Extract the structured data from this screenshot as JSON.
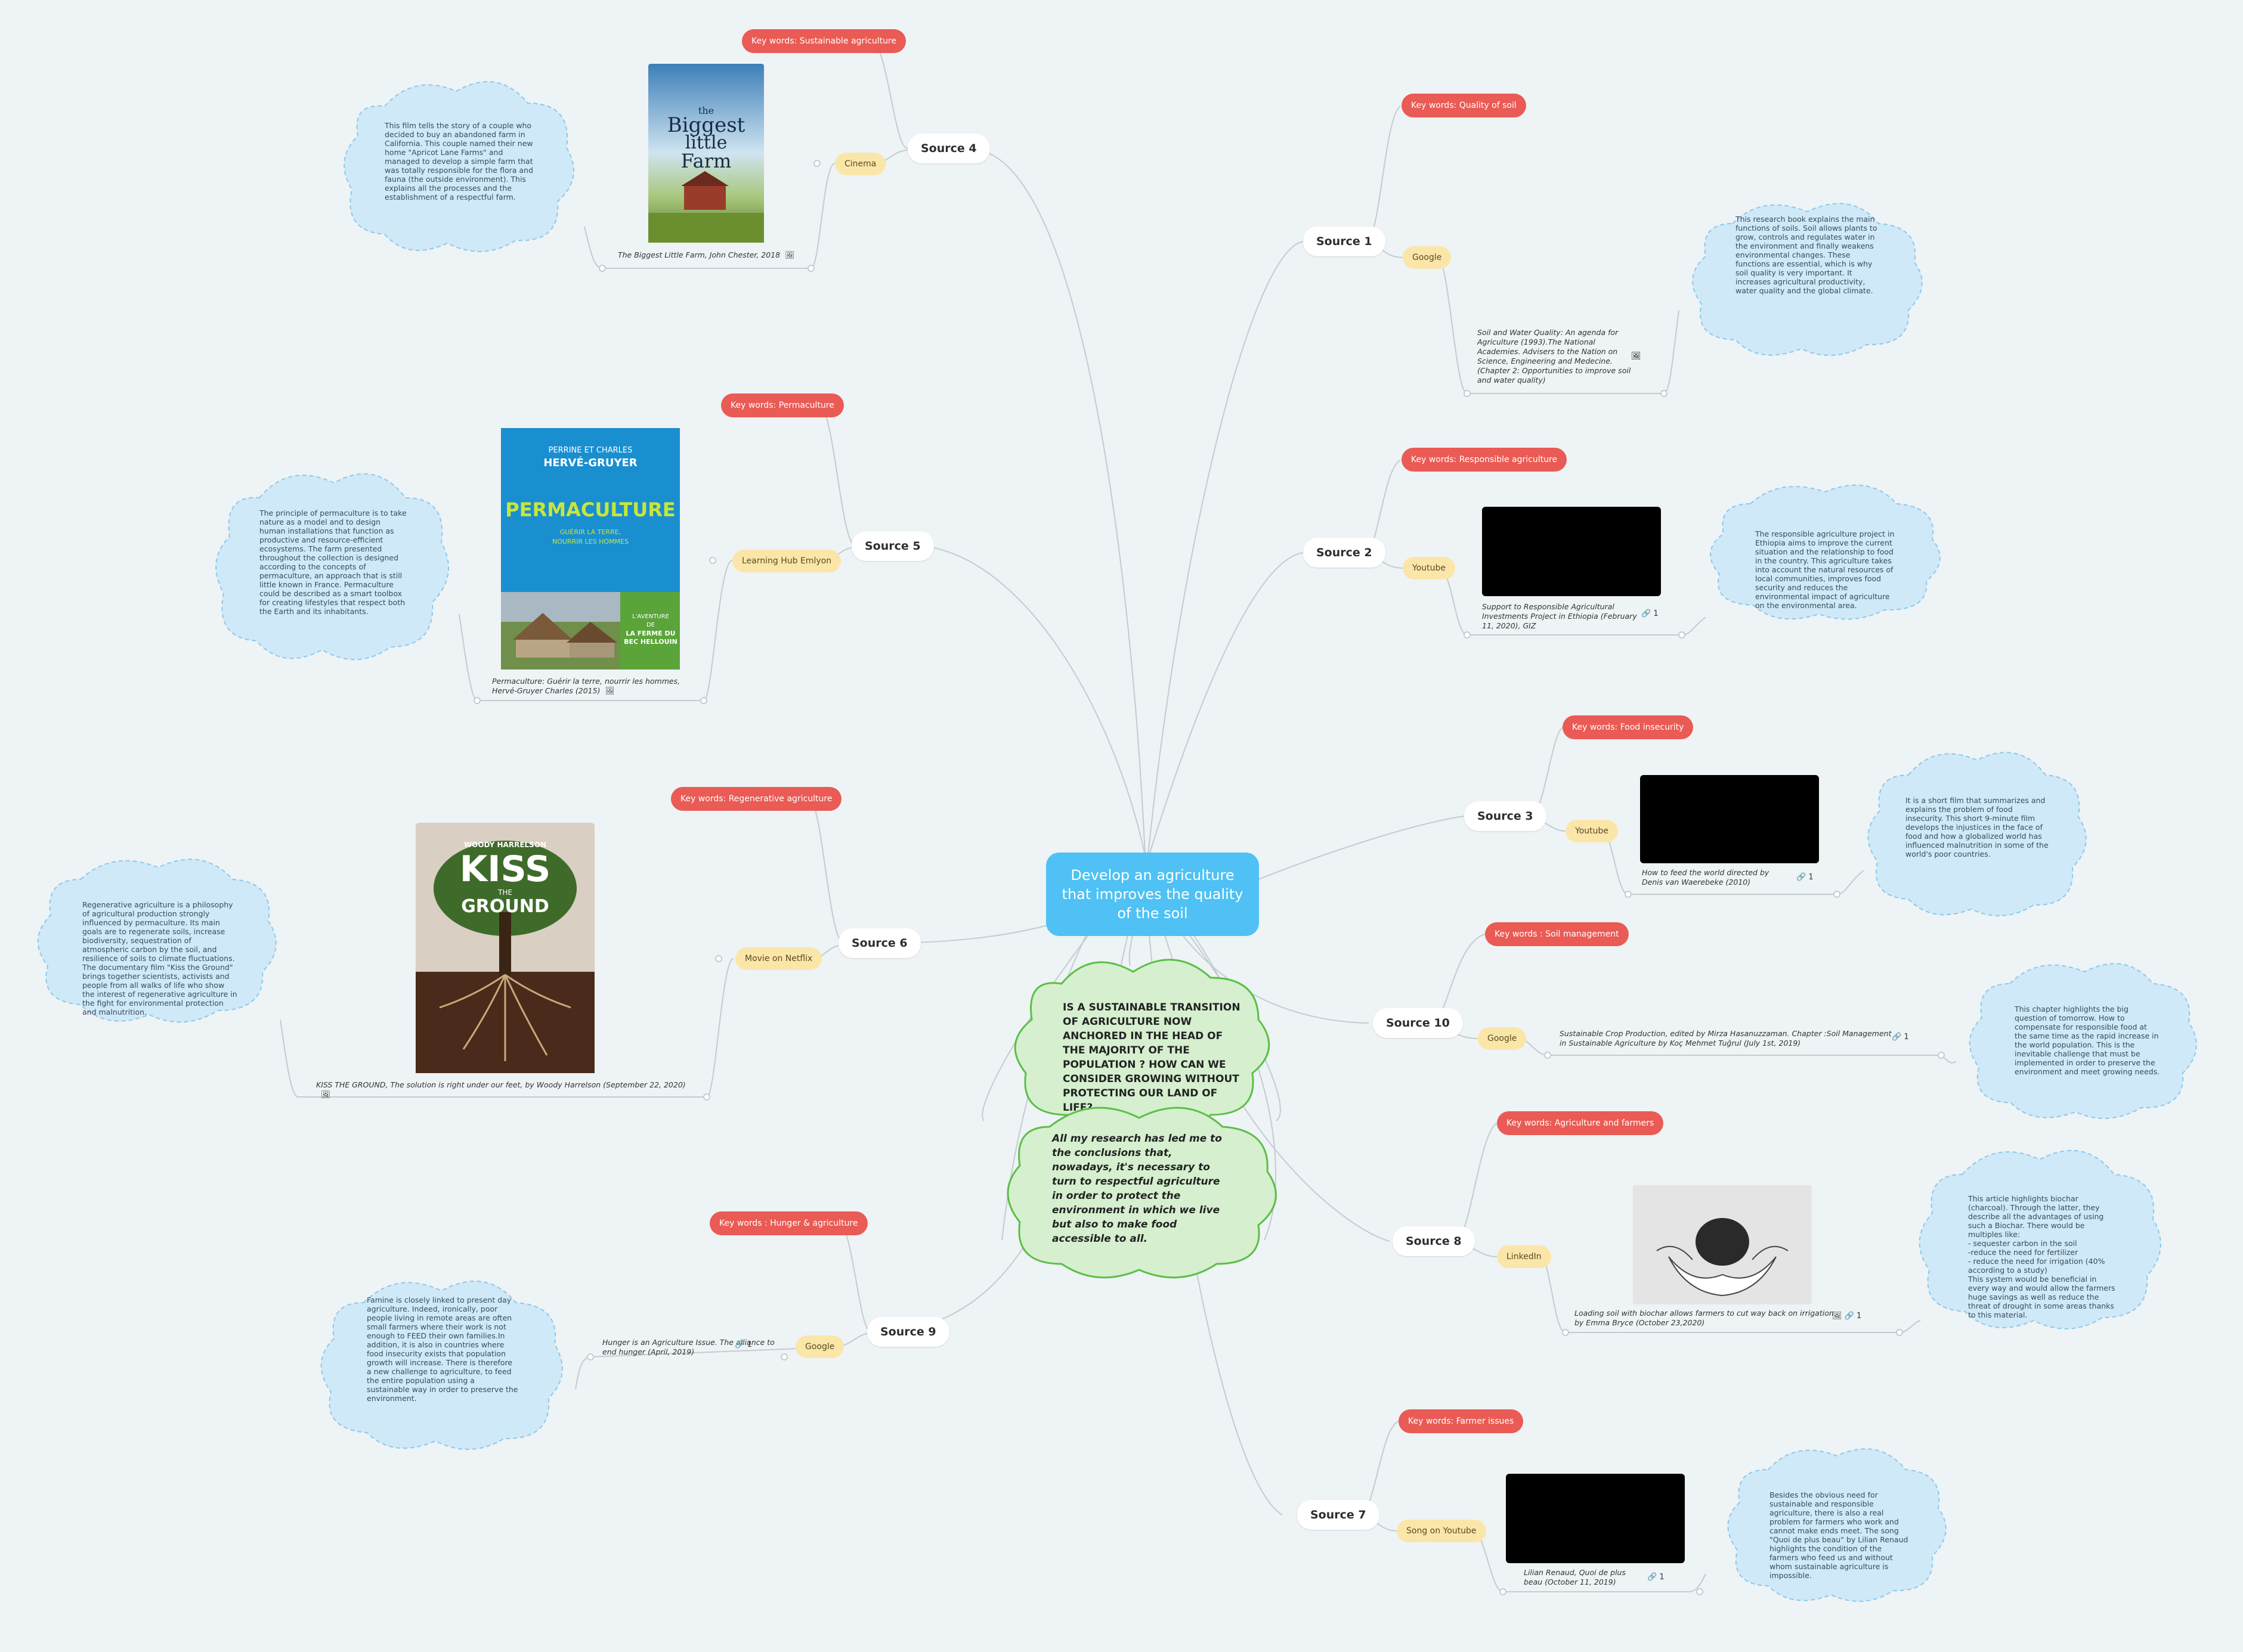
{
  "central": {
    "title": "Develop an agriculture that improves the quality of the soil"
  },
  "question": {
    "text": "IS A SUSTAINABLE TRANSITION OF AGRICULTURE NOW ANCHORED IN THE HEAD OF THE MAJORITY OF THE POPULATION ? HOW CAN WE CONSIDER GROWING WITHOUT PROTECTING OUR LAND OF LIFE?"
  },
  "conclusion": {
    "text": "All my research has led me to the conclusions that, nowadays, it's necessary to turn to respectful agriculture in order to protect the environment in which we live but also to make food accessible to all."
  },
  "sources": {
    "s1": {
      "label": "Source 1",
      "keywords": "Key words: Quality of soil",
      "medium": "Google",
      "caption": "Soil and Water Quality: An agenda for Agriculture (1993).The National Academies. Advisers to the Nation on Science, Engineering and Medecine. (Chapter 2: Opportunities to improve soil and water quality)",
      "caption_icon": "image-icon",
      "summary": "This research book explains the main functions of soils. Soil allows plants to grow, controls and regulates water in the environment and finally weakens environmental changes. These functions are essential, which is why soil quality is very important. It increases agricultural productivity, water quality and the global climate."
    },
    "s2": {
      "label": "Source 2",
      "keywords": "Key words: Responsible agriculture",
      "medium": "Youtube",
      "caption": "Support to Responsible Agricultural Investments Project in Ethiopia (February 11, 2020), GIZ",
      "caption_icon": "link-icon",
      "link_count": "1",
      "summary": "The responsible agriculture project in Ethiopia aims to improve the current situation and the relationship to food in the country. This agriculture takes into account the natural resources of local communities, improves food security and reduces the environmental impact of agriculture on the environmental area."
    },
    "s3": {
      "label": "Source 3",
      "keywords": "Key words: Food insecurity",
      "medium": "Youtube",
      "caption": "How to feed the world directed by Denis van Waerebeke (2010)",
      "caption_icon": "link-icon",
      "link_count": "1",
      "summary": "It is a short film that summarizes and explains the problem of food insecurity. This short 9-minute film develops the injustices in the face of food and how a globalized world has influenced malnutrition in some of the world's poor countries."
    },
    "s4": {
      "label": "Source 4",
      "keywords": "Key words: Sustainable agriculture",
      "medium": "Cinema",
      "caption": "The Biggest Little Farm, John Chester, 2018",
      "caption_icon": "image-icon",
      "poster_title": [
        "the",
        "Biggest",
        "little",
        "Farm"
      ],
      "summary": "This film tells the story of a couple who decided to buy an abandoned farm in California. This couple named their new home \"Apricot Lane Farms\" and managed to develop a simple farm that was totally responsible for the flora and fauna (the outside environment). This explains all the processes and the establishment of a respectful farm."
    },
    "s5": {
      "label": "Source 5",
      "keywords": "Key words: Permaculture",
      "medium": "Learning Hub Emlyon",
      "caption": "Permaculture: Guérir la terre, nourrir les hommes, Hervé-Gruyer Charles (2015)",
      "caption_icon": "image-icon",
      "book": {
        "authors_top": "PERRINE ET CHARLES",
        "authors_name": "HERVÉ-GRUYER",
        "title": "PERMACULTURE",
        "subtitle1": "GUÉRIR LA TERRE,",
        "subtitle2": "NOURRIR LES HOMMES",
        "side1": "L'AVENTURE",
        "side2": "DE",
        "side3": "LA FERME DU",
        "side4": "BEC HELLOUIN"
      },
      "summary": "The principle of permaculture is to take nature as a model and to design human installations that function as productive and resource-efficient ecosystems. The farm presented throughout the collection is designed according to the concepts of permaculture, an approach that is still little known in France. Permaculture could be described as a smart toolbox for creating lifestyles that respect both the Earth and its inhabitants."
    },
    "s6": {
      "label": "Source 6",
      "keywords": "Key words: Regenerative agriculture",
      "medium": "Movie on Netflix",
      "caption": "KISS THE GROUND, The solution is right under our feet, by Woody Harrelson (September 22, 2020)",
      "caption_icon": "image-icon",
      "poster": {
        "top": "WOODY HARRELSON",
        "kiss": "KISS",
        "the": "THE",
        "ground": "GROUND"
      },
      "summary": "Regenerative agriculture is a philosophy of agricultural production strongly influenced by permaculture. Its main goals are to regenerate soils, increase biodiversity, sequestration of atmospheric carbon by the soil, and resilience of soils to climate fluctuations. The documentary film \"Kiss the Ground\" brings together scientists, activists and people from all walks of life who show the interest of regenerative agriculture in the fight for environmental protection and malnutrition."
    },
    "s7": {
      "label": "Source 7",
      "keywords": "Key words: Farmer issues",
      "medium": "Song on Youtube",
      "caption": "Lilian Renaud, Quoi de plus beau (October 11, 2019)",
      "caption_icon": "link-icon",
      "link_count": "1",
      "summary": "Besides the obvious need for sustainable and responsible agriculture, there is also a real problem for farmers who work and cannot make ends meet. The song \"Quoi de plus beau\" by Lilian Renaud highlights the condition of the farmers who feed us and without whom sustainable agriculture is impossible."
    },
    "s8": {
      "label": "Source 8",
      "keywords": "Key words: Agriculture and farmers",
      "medium": "LinkedIn",
      "caption": "Loading soil with biochar allows farmers to cut way back on irrigation by Emma Bryce (October 23,2020)",
      "caption_icon": "image-icon",
      "link_count": "1",
      "summary": "This article highlights biochar (charcoal). Through the latter, they describe all the advantages of using such a Biochar. There would be multiples like:\n- sequester carbon in the soil\n-reduce the need for fertilizer\n- reduce the need for irrigation (40% according to a study)\nThis system would be beneficial in every way and would allow the farmers huge savings as well as reduce the threat of drought in some areas thanks to this material."
    },
    "s9": {
      "label": "Source 9",
      "keywords": "Key words : Hunger & agriculture",
      "medium": "Google",
      "caption": "Hunger is an Agriculture Issue. The alliance to end hunger (April, 2019)",
      "caption_icon": "link-icon",
      "link_count": "1",
      "summary": "Famine is closely linked to present day agriculture. Indeed, ironically, poor people living in remote areas are often small farmers where their work is not enough to FEED their own families.In addition, it is also in countries where food insecurity exists that population growth will increase. There is therefore a new challenge to agriculture, to feed the entire population using a sustainable way in order to preserve the environment."
    },
    "s10": {
      "label": "Source 10",
      "keywords": "Key words : Soil management",
      "medium": "Google",
      "caption": "Sustainable Crop Production, edited by Mirza Hasanuzzaman. Chapter :Soil Management in Sustainable Agriculture by Koç Mehmet Tuğrul (July 1st, 2019)",
      "caption_icon": "link-icon",
      "link_count": "1",
      "summary": "This chapter highlights the big question of tomorrow. How to compensate for responsible food at the same time as the rapid increase in the world population. This is the inevitable challenge that must be implemented in order to preserve the environment and meet growing needs."
    }
  },
  "colors": {
    "background": "#eef3f5",
    "central": "#4fc1f4",
    "keywords": "#e95b54",
    "medium": "#fbe6a9",
    "cloud_fill": "#cfe9f8",
    "cloud_border": "#8ec8ea",
    "green_cloud_fill": "#d5efcf",
    "green_cloud_border": "#5bbf46",
    "lines": "#c3ccd2"
  }
}
